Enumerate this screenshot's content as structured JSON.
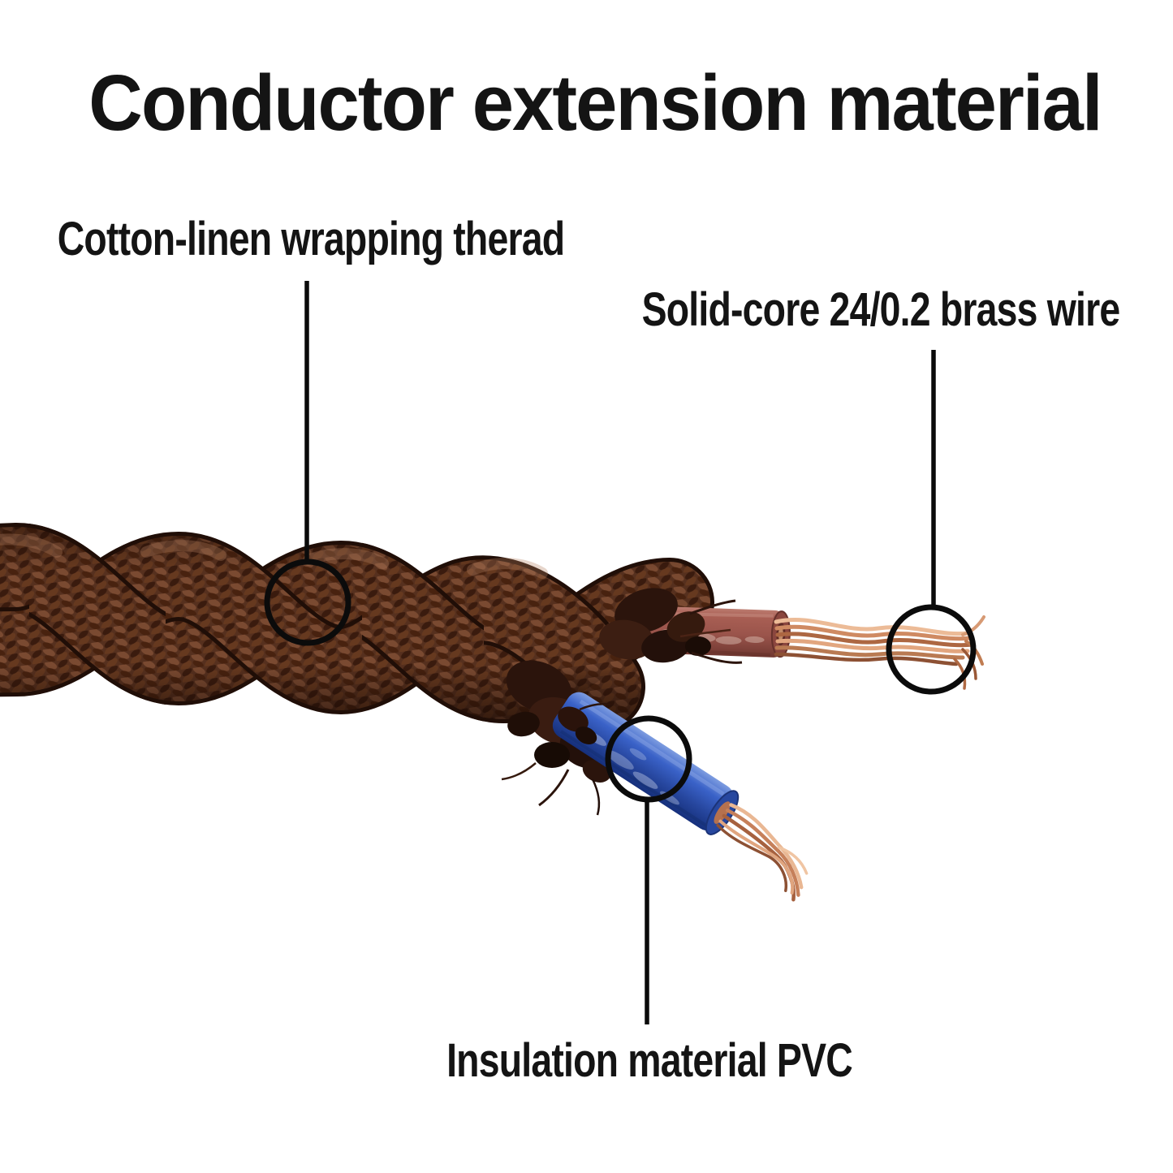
{
  "title": "Conductor extension material",
  "labels": {
    "cotton": "Cotton-linen wrapping therad",
    "brass": "Solid-core 24/0.2 brass wire",
    "insulation": "Insulation material PVC"
  },
  "callouts": [
    {
      "target": "braided-sheath",
      "label_key": "cotton"
    },
    {
      "target": "copper-strands",
      "label_key": "brass"
    },
    {
      "target": "blue-pvc-insulation",
      "label_key": "insulation"
    }
  ],
  "colors": {
    "background": "#ffffff",
    "text": "#141414",
    "callout_stroke": "#0b0b0b",
    "braid_brown": "#56301e",
    "braid_highlight": "#7a4a31",
    "pvc_brown": "#9a544b",
    "pvc_blue": "#2d52b4",
    "copper": "#cf8a62"
  }
}
